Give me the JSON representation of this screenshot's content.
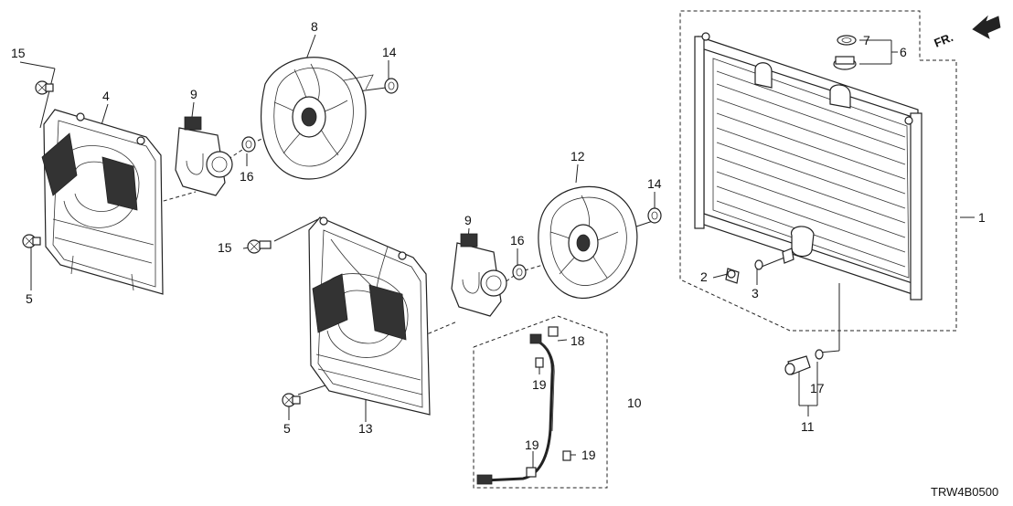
{
  "diagram_code": "TRW4B0500",
  "fr_label": "FR.",
  "callouts": [
    "15",
    "4",
    "9",
    "8",
    "14",
    "16",
    "5",
    "15",
    "9",
    "16",
    "12",
    "14",
    "5",
    "13",
    "18",
    "19",
    "10",
    "19",
    "19",
    "7",
    "6",
    "1",
    "2",
    "3",
    "17",
    "11"
  ]
}
